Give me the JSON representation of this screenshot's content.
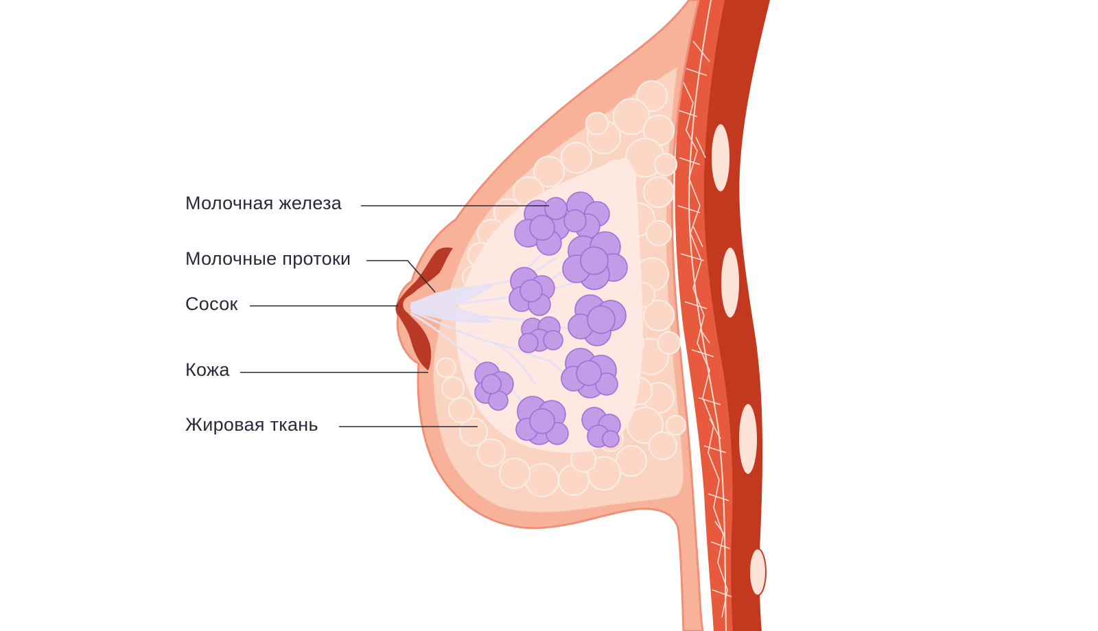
{
  "labels": {
    "mammary_gland": "Молочная железа",
    "milk_ducts": "Молочные протоки",
    "nipple": "Сосок",
    "skin": "Кожа",
    "fat_tissue": "Жировая ткань"
  },
  "colors": {
    "skin_outer": "#f9b29a",
    "skin_line": "#f08f78",
    "fat_fill": "#fbd3c1",
    "fat_line": "#f7f0ea",
    "interior": "#fde9e1",
    "gland_fill": "#c39be6",
    "gland_line": "#9f6fd6",
    "duct": "#e6e1f4",
    "nipple": "#b83a26",
    "muscle": "#e85a3e",
    "muscle_dark": "#c2391f",
    "muscle_line": "#fbe0d6",
    "rib": "#fde2d8"
  }
}
